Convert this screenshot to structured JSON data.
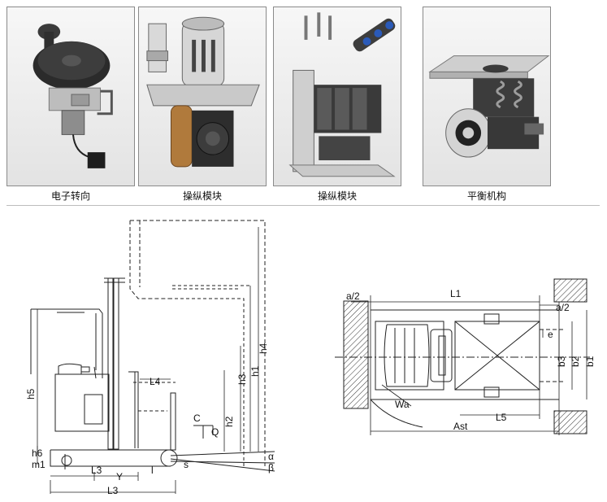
{
  "components": [
    {
      "caption": "电子转向",
      "icon": "electronic-steering-tiller-icon"
    },
    {
      "caption": "操纵模块",
      "icon": "drive-wheel-motor-icon"
    },
    {
      "caption": "操纵模块",
      "icon": "hydraulic-valve-icon"
    },
    {
      "caption": "平衡机构",
      "icon": "caster-wheel-balance-icon"
    }
  ],
  "side_view": {
    "labels": {
      "h4": "h4",
      "h1": "h1",
      "h3": "h3",
      "h2": "h2",
      "h5": "h5",
      "h6": "h6",
      "m1": "m1",
      "s": "s",
      "l4": "L4",
      "c": "C",
      "q": "Q",
      "alpha": "α",
      "beta": "β",
      "l3_inner": "L3",
      "y": "Y",
      "l": "l",
      "l3_outer": "L3"
    }
  },
  "top_view": {
    "labels": {
      "a2_left": "a/2",
      "a2_right": "a/2",
      "l1": "L1",
      "e": "e",
      "b3": "b3",
      "b2": "b2",
      "b1": "b1",
      "wa": "Wa",
      "l5": "L5",
      "ast": "Ast"
    }
  }
}
